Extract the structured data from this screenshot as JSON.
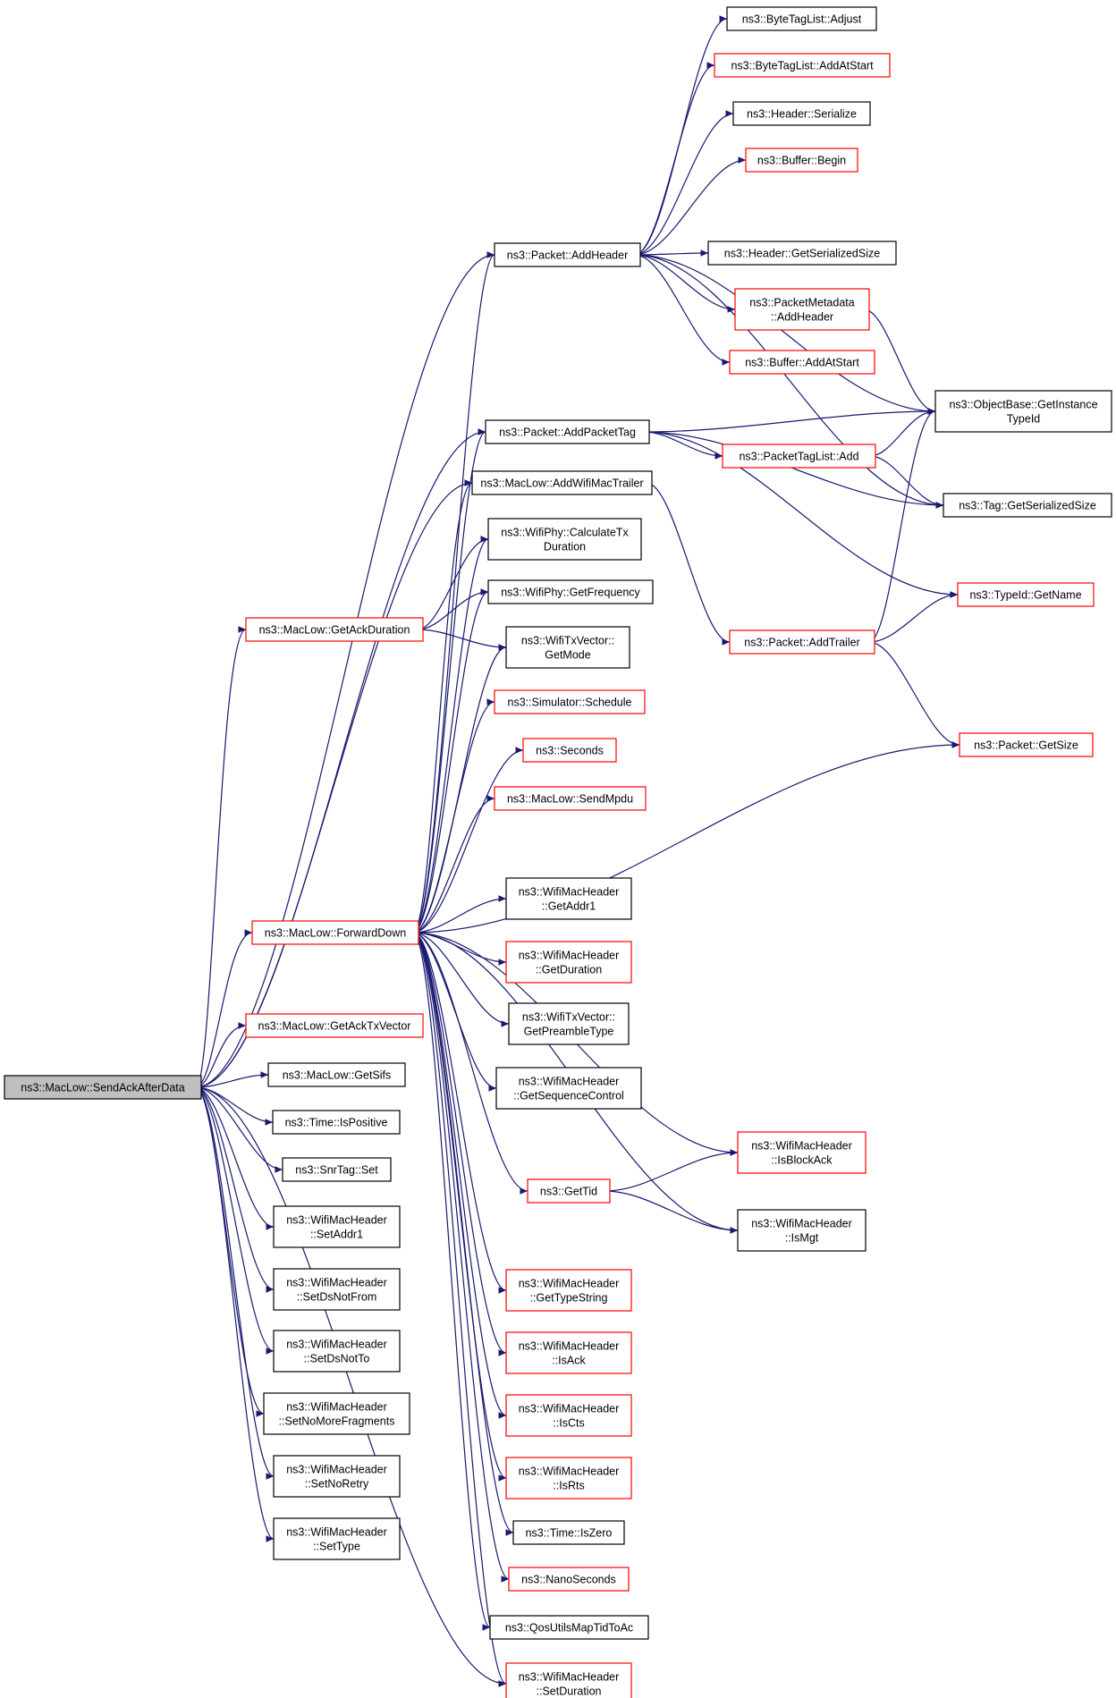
{
  "graph": {
    "root": "n0",
    "nodes": [
      {
        "id": "n0",
        "lines": [
          "ns3::MacLow::SendAckAfterData"
        ],
        "border": "black",
        "fill": "#bfbfbf"
      },
      {
        "id": "n1",
        "lines": [
          "ns3::Packet::AddHeader"
        ],
        "border": "black"
      },
      {
        "id": "n2",
        "lines": [
          "ns3::ByteTagList::Adjust"
        ],
        "border": "black"
      },
      {
        "id": "n3",
        "lines": [
          "ns3::ByteTagList::AddAtStart"
        ],
        "border": "red"
      },
      {
        "id": "n4",
        "lines": [
          "ns3::Header::Serialize"
        ],
        "border": "black"
      },
      {
        "id": "n5",
        "lines": [
          "ns3::Buffer::Begin"
        ],
        "border": "red"
      },
      {
        "id": "n6",
        "lines": [
          "ns3::Header::GetSerializedSize"
        ],
        "border": "black"
      },
      {
        "id": "n7",
        "lines": [
          "ns3::PacketMetadata",
          "::AddHeader"
        ],
        "border": "red"
      },
      {
        "id": "n8",
        "lines": [
          "ns3::Buffer::AddAtStart"
        ],
        "border": "red"
      },
      {
        "id": "n9",
        "lines": [
          "ns3::ObjectBase::GetInstance",
          "TypeId"
        ],
        "border": "black"
      },
      {
        "id": "n10",
        "lines": [
          "ns3::Packet::AddPacketTag"
        ],
        "border": "black"
      },
      {
        "id": "n11",
        "lines": [
          "ns3::PacketTagList::Add"
        ],
        "border": "red"
      },
      {
        "id": "n12",
        "lines": [
          "ns3::Tag::GetSerializedSize"
        ],
        "border": "black"
      },
      {
        "id": "n13",
        "lines": [
          "ns3::MacLow::AddWifiMacTrailer"
        ],
        "border": "black"
      },
      {
        "id": "n14",
        "lines": [
          "ns3::WifiPhy::CalculateTx",
          "Duration"
        ],
        "border": "black"
      },
      {
        "id": "n15",
        "lines": [
          "ns3::TypeId::GetName"
        ],
        "border": "red"
      },
      {
        "id": "n16",
        "lines": [
          "ns3::WifiPhy::GetFrequency"
        ],
        "border": "black"
      },
      {
        "id": "n17",
        "lines": [
          "ns3::MacLow::GetAckDuration"
        ],
        "border": "red"
      },
      {
        "id": "n18",
        "lines": [
          "ns3::WifiTxVector::",
          "GetMode"
        ],
        "border": "black"
      },
      {
        "id": "n19",
        "lines": [
          "ns3::Packet::AddTrailer"
        ],
        "border": "red"
      },
      {
        "id": "n20",
        "lines": [
          "ns3::Simulator::Schedule"
        ],
        "border": "red"
      },
      {
        "id": "n21",
        "lines": [
          "ns3::Seconds"
        ],
        "border": "red"
      },
      {
        "id": "n22",
        "lines": [
          "ns3::Packet::GetSize"
        ],
        "border": "red"
      },
      {
        "id": "n23",
        "lines": [
          "ns3::MacLow::SendMpdu"
        ],
        "border": "red"
      },
      {
        "id": "n24",
        "lines": [
          "ns3::WifiMacHeader",
          "::GetAddr1"
        ],
        "border": "black"
      },
      {
        "id": "n25",
        "lines": [
          "ns3::MacLow::ForwardDown"
        ],
        "border": "red"
      },
      {
        "id": "n26",
        "lines": [
          "ns3::WifiMacHeader",
          "::GetDuration"
        ],
        "border": "red"
      },
      {
        "id": "n27",
        "lines": [
          "ns3::WifiTxVector::",
          "GetPreambleType"
        ],
        "border": "black"
      },
      {
        "id": "n28",
        "lines": [
          "ns3::MacLow::GetAckTxVector"
        ],
        "border": "red"
      },
      {
        "id": "n29",
        "lines": [
          "ns3::WifiMacHeader",
          "::GetSequenceControl"
        ],
        "border": "black"
      },
      {
        "id": "n30",
        "lines": [
          "ns3::MacLow::GetSifs"
        ],
        "border": "black"
      },
      {
        "id": "n31",
        "lines": [
          "ns3::Time::IsPositive"
        ],
        "border": "black"
      },
      {
        "id": "n32",
        "lines": [
          "ns3::WifiMacHeader",
          "::IsBlockAck"
        ],
        "border": "red"
      },
      {
        "id": "n33",
        "lines": [
          "ns3::SnrTag::Set"
        ],
        "border": "black"
      },
      {
        "id": "n34",
        "lines": [
          "ns3::GetTid"
        ],
        "border": "red"
      },
      {
        "id": "n35",
        "lines": [
          "ns3::WifiMacHeader",
          "::IsMgt"
        ],
        "border": "black"
      },
      {
        "id": "n36",
        "lines": [
          "ns3::WifiMacHeader",
          "::SetAddr1"
        ],
        "border": "black"
      },
      {
        "id": "n37",
        "lines": [
          "ns3::WifiMacHeader",
          "::SetDsNotFrom"
        ],
        "border": "black"
      },
      {
        "id": "n38",
        "lines": [
          "ns3::WifiMacHeader",
          "::GetTypeString"
        ],
        "border": "red"
      },
      {
        "id": "n39",
        "lines": [
          "ns3::WifiMacHeader",
          "::SetDsNotTo"
        ],
        "border": "black"
      },
      {
        "id": "n40",
        "lines": [
          "ns3::WifiMacHeader",
          "::IsAck"
        ],
        "border": "red"
      },
      {
        "id": "n41",
        "lines": [
          "ns3::WifiMacHeader",
          "::SetNoMoreFragments"
        ],
        "border": "black"
      },
      {
        "id": "n42",
        "lines": [
          "ns3::WifiMacHeader",
          "::IsCts"
        ],
        "border": "red"
      },
      {
        "id": "n43",
        "lines": [
          "ns3::WifiMacHeader",
          "::SetNoRetry"
        ],
        "border": "black"
      },
      {
        "id": "n44",
        "lines": [
          "ns3::WifiMacHeader",
          "::IsRts"
        ],
        "border": "red"
      },
      {
        "id": "n45",
        "lines": [
          "ns3::WifiMacHeader",
          "::SetType"
        ],
        "border": "black"
      },
      {
        "id": "n46",
        "lines": [
          "ns3::Time::IsZero"
        ],
        "border": "black"
      },
      {
        "id": "n47",
        "lines": [
          "ns3::NanoSeconds"
        ],
        "border": "red"
      },
      {
        "id": "n48",
        "lines": [
          "ns3::QosUtilsMapTidToAc"
        ],
        "border": "black"
      },
      {
        "id": "n49",
        "lines": [
          "ns3::WifiMacHeader",
          "::SetDuration"
        ],
        "border": "red"
      }
    ],
    "edges": [
      [
        "n0",
        "n1"
      ],
      [
        "n0",
        "n10"
      ],
      [
        "n0",
        "n13"
      ],
      [
        "n0",
        "n17"
      ],
      [
        "n0",
        "n25"
      ],
      [
        "n0",
        "n28"
      ],
      [
        "n0",
        "n30"
      ],
      [
        "n0",
        "n31"
      ],
      [
        "n0",
        "n33"
      ],
      [
        "n0",
        "n36"
      ],
      [
        "n0",
        "n37"
      ],
      [
        "n0",
        "n39"
      ],
      [
        "n0",
        "n41"
      ],
      [
        "n0",
        "n43"
      ],
      [
        "n0",
        "n45"
      ],
      [
        "n0",
        "n49"
      ],
      [
        "n1",
        "n2"
      ],
      [
        "n1",
        "n3"
      ],
      [
        "n1",
        "n4"
      ],
      [
        "n1",
        "n5"
      ],
      [
        "n1",
        "n6"
      ],
      [
        "n1",
        "n7"
      ],
      [
        "n1",
        "n8"
      ],
      [
        "n1",
        "n9"
      ],
      [
        "n1",
        "n12"
      ],
      [
        "n7",
        "n9"
      ],
      [
        "n10",
        "n9"
      ],
      [
        "n10",
        "n11"
      ],
      [
        "n10",
        "n12"
      ],
      [
        "n10",
        "n15"
      ],
      [
        "n11",
        "n9"
      ],
      [
        "n11",
        "n12"
      ],
      [
        "n13",
        "n19"
      ],
      [
        "n19",
        "n9"
      ],
      [
        "n19",
        "n15"
      ],
      [
        "n19",
        "n22"
      ],
      [
        "n17",
        "n14"
      ],
      [
        "n17",
        "n16"
      ],
      [
        "n17",
        "n18"
      ],
      [
        "n25",
        "n1"
      ],
      [
        "n25",
        "n10"
      ],
      [
        "n25",
        "n13"
      ],
      [
        "n25",
        "n14"
      ],
      [
        "n25",
        "n16"
      ],
      [
        "n25",
        "n18"
      ],
      [
        "n25",
        "n20"
      ],
      [
        "n25",
        "n21"
      ],
      [
        "n25",
        "n23"
      ],
      [
        "n25",
        "n22"
      ],
      [
        "n25",
        "n24"
      ],
      [
        "n25",
        "n26"
      ],
      [
        "n25",
        "n27"
      ],
      [
        "n25",
        "n29"
      ],
      [
        "n25",
        "n32"
      ],
      [
        "n25",
        "n34"
      ],
      [
        "n25",
        "n35"
      ],
      [
        "n25",
        "n38"
      ],
      [
        "n25",
        "n40"
      ],
      [
        "n25",
        "n42"
      ],
      [
        "n25",
        "n44"
      ],
      [
        "n25",
        "n46"
      ],
      [
        "n25",
        "n47"
      ],
      [
        "n25",
        "n48"
      ],
      [
        "n25",
        "n49"
      ],
      [
        "n34",
        "n32"
      ],
      [
        "n34",
        "n35"
      ]
    ]
  }
}
